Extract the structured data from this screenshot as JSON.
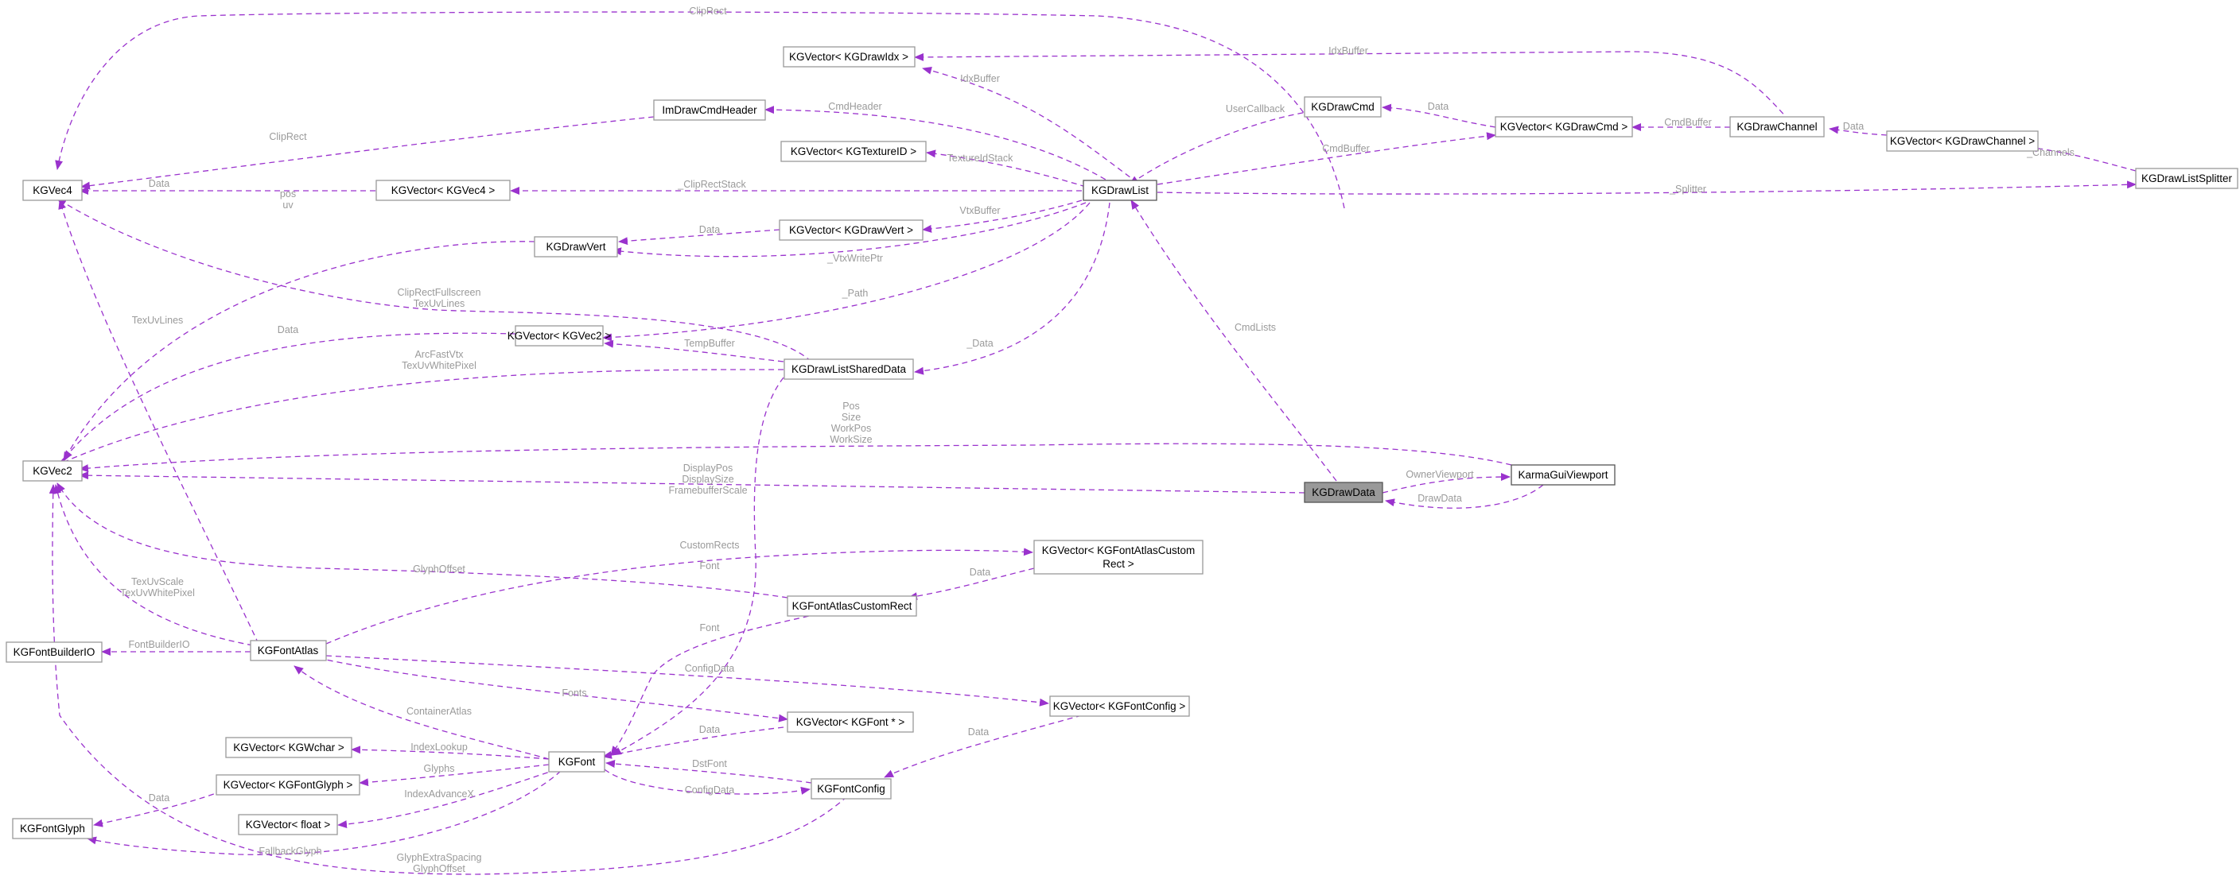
{
  "colors": {
    "edge": "#9a32cd",
    "label": "#9a9a9a",
    "node_border": "#999999",
    "focus_fill": "#999999"
  },
  "nodes": {
    "kgvec4": "KGVec4",
    "kgvec2": "KGVec2",
    "kgfontbuilderio": "KGFontBuilderIO",
    "kgfontglyph": "KGFontGlyph",
    "vec_drawidx": "KGVector< KGDrawIdx >",
    "imdrawcmdheader": "ImDrawCmdHeader",
    "vec_textureid": "KGVector< KGTextureID >",
    "vec_vec4": "KGVector< KGVec4 >",
    "kgdrawvert": "KGDrawVert",
    "vec_drawvert": "KGVector< KGDrawVert >",
    "vec_vec2": "KGVector< KGVec2 >",
    "kgdrawlistshareddata": "KGDrawListSharedData",
    "kgdrawcmd": "KGDrawCmd",
    "kgdrawlist": "KGDrawList",
    "vec_drawcmd": "KGVector< KGDrawCmd >",
    "kgdrawchannel": "KGDrawChannel",
    "vec_drawchannel": "KGVector< KGDrawChannel >",
    "kgdrawlistsplitter": "KGDrawListSplitter",
    "kgdrawdata": "KGDrawData",
    "karmaguiviewport": "KarmaGuiViewport",
    "vec_customrect_l1": "KGVector< KGFontAtlasCustom",
    "vec_customrect_l2": "Rect >",
    "kgfontatlascustomrect": "KGFontAtlasCustomRect",
    "kgfontatlas": "KGFontAtlas",
    "vec_fontconfig": "KGVector< KGFontConfig >",
    "vec_fontptr": "KGVector< KGFont * >",
    "vec_wchar": "KGVector< KGWchar >",
    "kgfont": "KGFont",
    "vec_fontglyph": "KGVector< KGFontGlyph >",
    "kgfontconfig": "KGFontConfig",
    "vec_float": "KGVector< float >"
  },
  "edge_labels": {
    "cliprect_top": "ClipRect",
    "idxbuffer_top": "IdxBuffer",
    "idxbuffer": "IdxBuffer",
    "cmdheader": "CmdHeader",
    "usercallback": "UserCallback",
    "data_cmd": "Data",
    "cmdbuffer_channel": "CmdBuffer",
    "data_channel": "Data",
    "cliprect": "ClipRect",
    "textureidstack": "TextureIdStack",
    "cmdbuffer": "CmdBuffer",
    "channels": "_Channels",
    "data_vec4": "Data",
    "cliprectstack": "_ClipRectStack",
    "splitter": "_Splitter",
    "pos": "pos",
    "uv": "uv",
    "data_vert": "Data",
    "vtxbuffer": "VtxBuffer",
    "vtxwriteptr": "_VtxWritePtr",
    "cliprectfullscreen": "ClipRectFullscreen",
    "texuvlines_a": "TexUvLines",
    "path": "_Path",
    "cmdlists": "CmdLists",
    "texuvlines_b": "TexUvLines",
    "data_vec2": "Data",
    "tempbuffer": "TempBuffer",
    "arcfastvtx": "ArcFastVtx",
    "texuvwhitepixel_a": "TexUvWhitePixel",
    "dotdata": "_Data",
    "vp_pos": "Pos",
    "vp_size": "Size",
    "vp_workpos": "WorkPos",
    "vp_worksize": "WorkSize",
    "displaypos": "DisplayPos",
    "displaysize": "DisplaySize",
    "framebufferscale": "FramebufferScale",
    "ownerviewport": "OwnerViewport",
    "drawdata": "DrawData",
    "customrects": "CustomRects",
    "glyphoffset": "GlyphOffset",
    "font_a": "Font",
    "data_customrect": "Data",
    "texuvscale": "TexUvScale",
    "texuvwhitepixel_b": "TexUvWhitePixel",
    "font_b": "Font",
    "fontbuilderio": "FontBuilderIO",
    "configdata_a": "ConfigData",
    "containeratlas": "ContainerAtlas",
    "fonts": "Fonts",
    "data_fontconfig": "Data",
    "data_fontptr": "Data",
    "indexlookup": "IndexLookup",
    "glyphs": "Glyphs",
    "data_glyph": "Data",
    "dstfont": "DstFont",
    "indexadvancex": "IndexAdvanceX",
    "configdata_b": "ConfigData",
    "fallbackglyph": "FallbackGlyph",
    "glyphextraspacing": "GlyphExtraSpacing",
    "glyphoffset_b": "GlyphOffset"
  }
}
